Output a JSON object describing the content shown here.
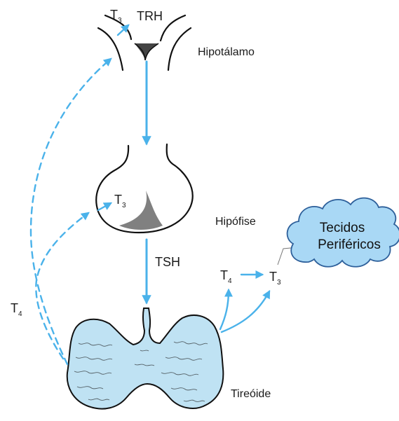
{
  "labels": {
    "hypothalamus": "Hipotálamo",
    "pituitary": "Hipófise",
    "thyroid": "Tireóide",
    "trh": "TRH",
    "tsh": "TSH",
    "tissues_line1": "Tecidos",
    "tissues_line2": "Periféricos"
  },
  "hormones": {
    "t3_base": "T",
    "t3_sub": "3",
    "t4_base": "T",
    "t4_sub": "4"
  },
  "colors": {
    "arrow": "#4ab2ea",
    "thyroid_fill": "#bfe2f3",
    "cloud_fill": "#a9d8f5"
  }
}
